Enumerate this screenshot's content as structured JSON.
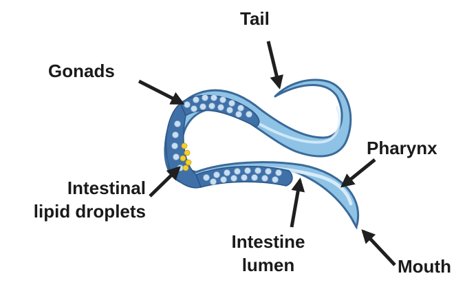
{
  "labels": {
    "tail": "Tail",
    "gonads": "Gonads",
    "pharynx": "Pharynx",
    "lipid_line1": "Intestinal",
    "lipid_line2": "lipid droplets",
    "lumen_line1": "Intestine",
    "lumen_line2": "lumen",
    "mouth": "Mouth"
  },
  "colors": {
    "body_fill": "#8ec3e6",
    "body_outline": "#3a6a99",
    "highlight": "#dff0fb",
    "gonad_fill": "#3f70a8",
    "cell_fill": "#c9def0",
    "lipid": "#f5cf2a",
    "arrow": "#1f1f1f",
    "text": "#1a1a1a"
  }
}
